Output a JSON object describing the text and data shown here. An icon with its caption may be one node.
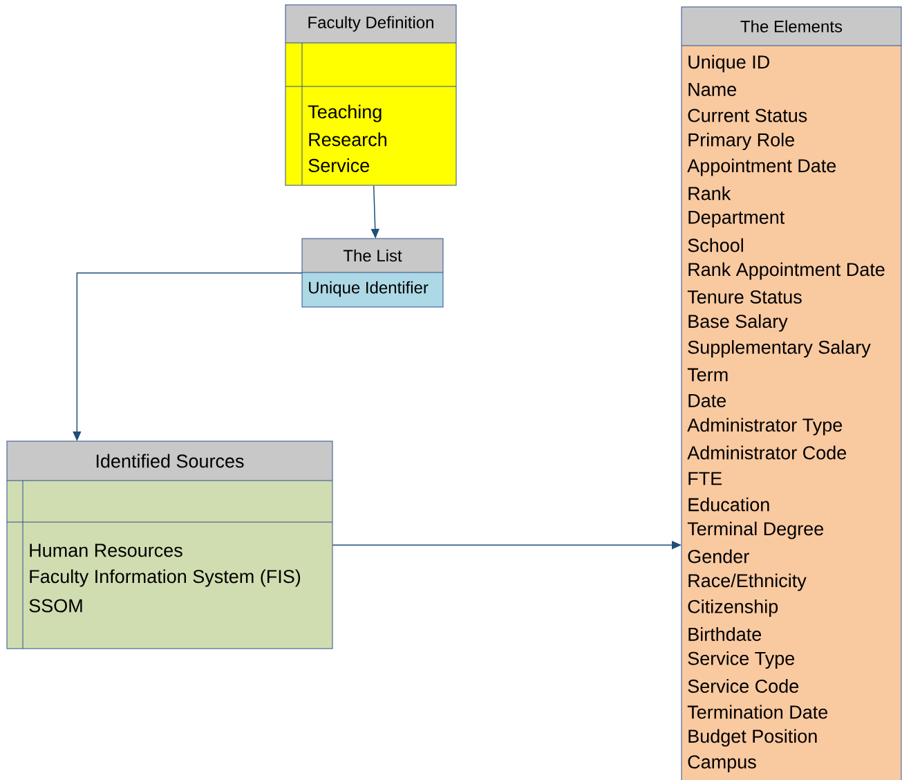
{
  "diagram": {
    "nodes": [
      {
        "text": [
          "Faculty Definition",
          "Teaching",
          "Research",
          "Service"
        ]
      },
      {
        "text": [
          "The List",
          "Unique Identifier"
        ]
      },
      {
        "text": [
          "Identified Sources",
          "Human Resources",
          "Faculty Information System (FIS)",
          "SSOM"
        ]
      },
      {
        "text": [
          "The Elements",
          "Unique ID",
          "Name",
          "Current Status",
          "Primary Role",
          "Appointment Date",
          "Rank",
          "Department",
          "School",
          "Rank Appointment Date",
          "Tenure Status",
          "Base Salary",
          "Supplementary Salary",
          "Term",
          "Date",
          "Administrator Type",
          "Administrator Code",
          "FTE",
          "Education",
          "Terminal Degree",
          "Gender",
          "Race/Ethnicity",
          "Citizenship",
          "Birthdate",
          "Service Type",
          "Service Code",
          "Termination Date",
          "Budget Position",
          "Campus"
        ]
      }
    ],
    "edges": [
      {
        "from": 0,
        "to": 1,
        "arrow": "to"
      },
      {
        "from": 1,
        "to": 2,
        "arrow": "to"
      },
      {
        "from": 2,
        "to": 3,
        "arrow": "to"
      }
    ]
  }
}
